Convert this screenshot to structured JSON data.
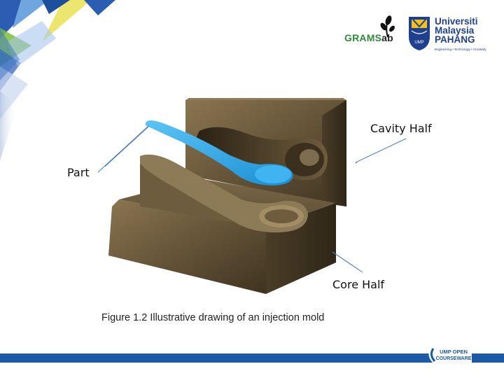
{
  "logos": {
    "grams_text": "GRAMS",
    "lab_text": "ab",
    "university_name": [
      "Universiti",
      "Malaysia",
      "PAHANG"
    ],
    "university_tagline": "Engineering • Technology • Creativity",
    "shield_text": "UMP",
    "ocw_line1": "UMP OPEN",
    "ocw_line2": "COURSEWARE"
  },
  "labels": {
    "cavity_half": "Cavity Half",
    "part": "Part",
    "core_half": "Core Half"
  },
  "caption": "Figure 1.2  Illustrative drawing of an injection mold",
  "colors": {
    "accent_blue": "#1a5aa6",
    "deco_green": "#7dbf3b",
    "deco_yellow": "#e8e04a",
    "spoon_blue": "#29a3e6",
    "mold_bronze": "#6b5a3c"
  }
}
